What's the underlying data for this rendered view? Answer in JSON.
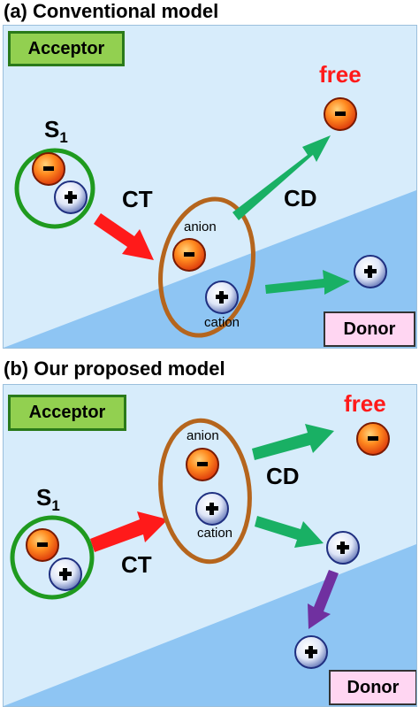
{
  "panels": [
    {
      "title": "(a) Conventional model",
      "acceptor": "Acceptor",
      "donor": "Donor",
      "s1_main": "S",
      "s1_sub": "1",
      "ct": "CT",
      "cd": "CD",
      "free": "free",
      "anion": "anion",
      "cation": "cation"
    },
    {
      "title": "(b) Our proposed model",
      "acceptor": "Acceptor",
      "donor": "Donor",
      "s1_main": "S",
      "s1_sub": "1",
      "ct": "CT",
      "cd": "CD",
      "free": "free",
      "anion": "anion",
      "cation": "cation"
    }
  ],
  "colors": {
    "acceptor_bg": "#d7ecfb",
    "donor_bg": "#8ec5f3",
    "acceptor_box": "#92d050",
    "donor_box": "#ffd6f2",
    "ct_arrow": "#ff1a1a",
    "cd_arrow": "#19b064",
    "hole_transfer_arrow": "#7030a0",
    "exciton_ring": "#1f9a1f",
    "pair_ring": "#b5651d",
    "free_text": "#ff1a1a"
  }
}
